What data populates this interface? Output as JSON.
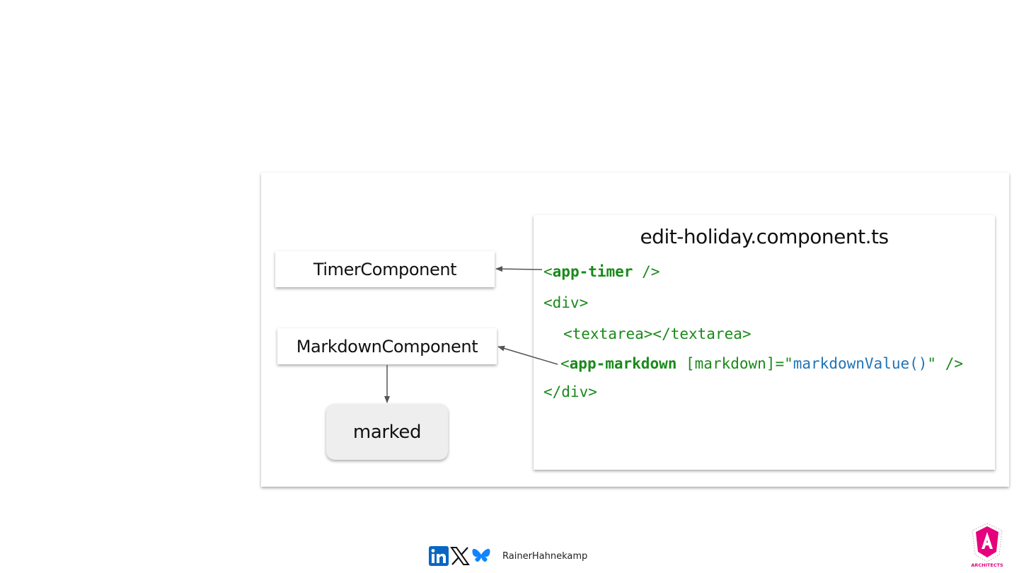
{
  "diagram": {
    "code_panel": {
      "title": "edit-holiday.component.ts",
      "lines": {
        "timer_open": "<",
        "timer_tag": "app-timer",
        "timer_close": " />",
        "div_open": "<div>",
        "textarea": "<textarea></textarea>",
        "markdown_open": "<",
        "markdown_tag": "app-markdown",
        "markdown_attr": " [markdown]=\"",
        "markdown_expr": "markdownValue()",
        "markdown_close": "\" />",
        "div_close": "</div>"
      }
    },
    "nodes": {
      "timer": "TimerComponent",
      "markdown": "MarkdownComponent",
      "marked": "marked"
    }
  },
  "footer": {
    "author": "RainerHahnekamp",
    "icons": [
      "linkedin-icon",
      "x-icon",
      "bluesky-icon"
    ]
  },
  "colors": {
    "code_green": "#1a8a1a",
    "code_blue": "#1f74b8",
    "logo_magenta": "#e6007e"
  }
}
